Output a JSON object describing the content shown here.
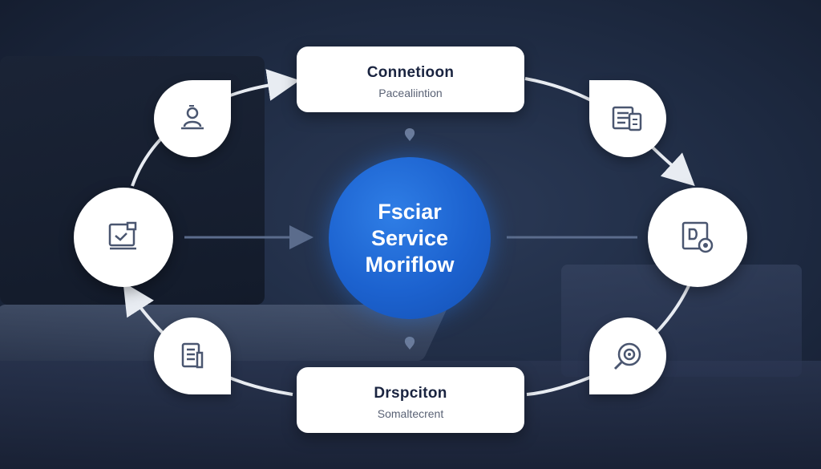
{
  "diagram": {
    "center": {
      "line1": "Fsciar",
      "line2": "Service",
      "line3": "Moriflow"
    },
    "top_card": {
      "title": "Connetioon",
      "subtitle": "Pacealiintion"
    },
    "bottom_card": {
      "title": "Drspciton",
      "subtitle": "Somaltecrent"
    },
    "nodes": {
      "left": {
        "icon": "monitor-icon"
      },
      "right": {
        "icon": "document-gear-icon"
      },
      "top_left": {
        "icon": "user-desk-icon"
      },
      "top_right": {
        "icon": "list-documents-icon"
      },
      "bottom_left": {
        "icon": "clipboard-icon"
      },
      "bottom_right": {
        "icon": "target-magnifier-icon"
      }
    },
    "colors": {
      "center_blue": "#1c62cf",
      "card_bg": "#ffffff",
      "connector": "#e8ecf2",
      "icon_stroke": "#4a5670"
    }
  }
}
